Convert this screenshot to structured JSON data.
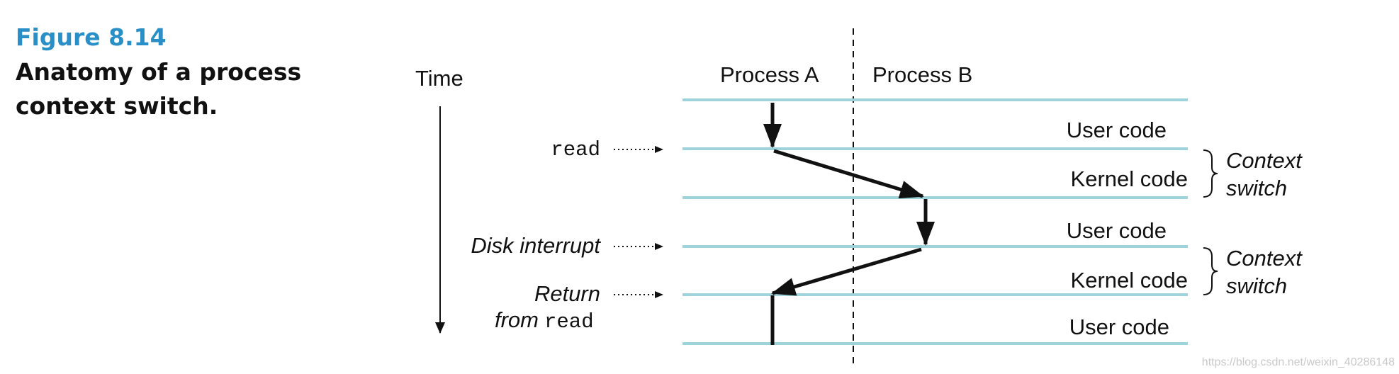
{
  "figure": {
    "number": "Figure 8.14",
    "title_line1": "Anatomy of a process",
    "title_line2": "context switch."
  },
  "diagram": {
    "time_label": "Time",
    "process_a": "Process A",
    "process_b": "Process B",
    "segments": [
      "User code",
      "Kernel code",
      "User code",
      "Kernel code",
      "User code"
    ],
    "context_switch_1": {
      "line1": "Context",
      "line2": "switch"
    },
    "context_switch_2": {
      "line1": "Context",
      "line2": "switch"
    },
    "events": {
      "read": "read",
      "disk_interrupt": "Disk interrupt",
      "return_line1": "Return",
      "return_from": "from",
      "return_read": "read"
    },
    "colors": {
      "boundary_line": "#9fd3dc",
      "arrow": "#111111",
      "figure_number": "#2a8fc6"
    }
  },
  "watermark": "https://blog.csdn.net/weixin_40286148"
}
